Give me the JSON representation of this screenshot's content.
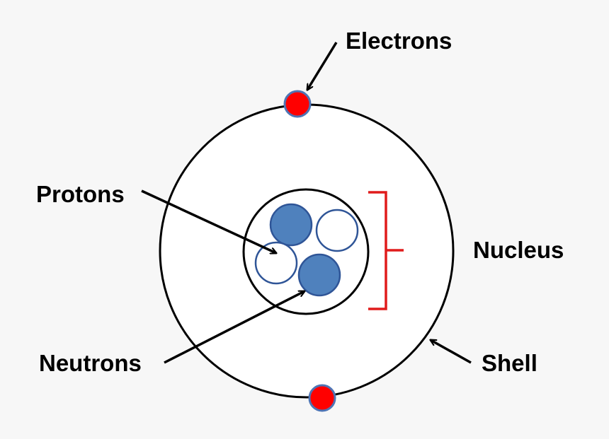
{
  "labels": {
    "electrons": "Electrons",
    "protons": "Protons",
    "nucleus": "Nucleus",
    "neutrons": "Neutrons",
    "shell": "Shell"
  },
  "colors": {
    "background": "#f7f7f7",
    "electron_fill": "#ff0000",
    "electron_stroke": "#4f74b4",
    "neutron_fill": "#4f81bd",
    "proton_fill": "#ffffff",
    "particle_stroke": "#2f5597",
    "bracket": "#e01b1b",
    "outline": "#000000"
  },
  "counts": {
    "electrons": 2,
    "protons": 2,
    "neutrons": 2
  }
}
